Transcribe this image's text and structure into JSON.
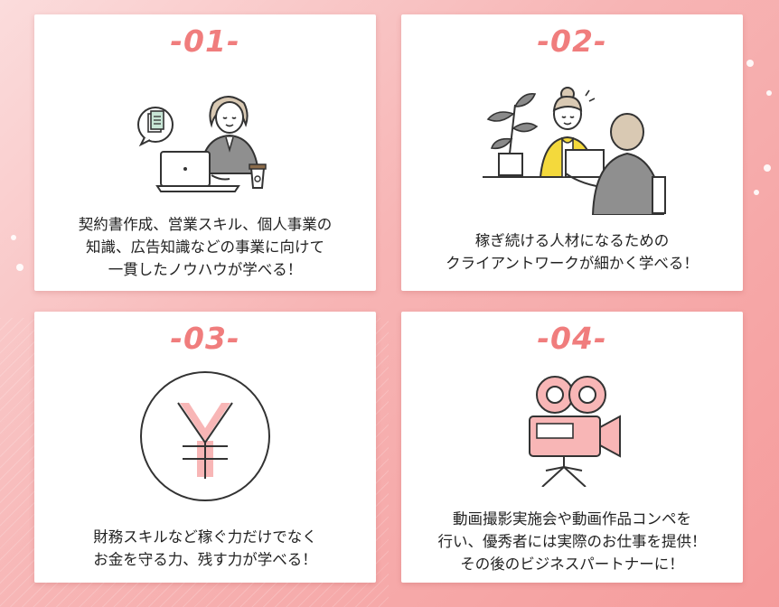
{
  "colors": {
    "accent": "#f07d7d",
    "accent_light": "#f8b6b6",
    "background": "#f7b5b5",
    "text": "#222222"
  },
  "cards": [
    {
      "number": "-01-",
      "illustration": "woman-working-on-laptop-icon",
      "lines": [
        "契約書作成、営業スキル、個人事業の",
        "知識、広告知識などの事業に向けて",
        "一貫したノウハウが学べる！"
      ]
    },
    {
      "number": "-02-",
      "illustration": "client-meeting-icon",
      "lines": [
        "稼ぎ続ける人材になるための",
        "クライアントワークが細かく学べる！"
      ]
    },
    {
      "number": "-03-",
      "illustration": "yen-coin-icon",
      "lines": [
        "財務スキルなど稼ぐ力だけでなく",
        "お金を守る力、残す力が学べる！"
      ]
    },
    {
      "number": "-04-",
      "illustration": "movie-camera-icon",
      "lines": [
        "動画撮影実施会や動画作品コンペを",
        "行い、優秀者には実際のお仕事を提供！",
        "その後のビジネスパートナーに！"
      ]
    }
  ]
}
